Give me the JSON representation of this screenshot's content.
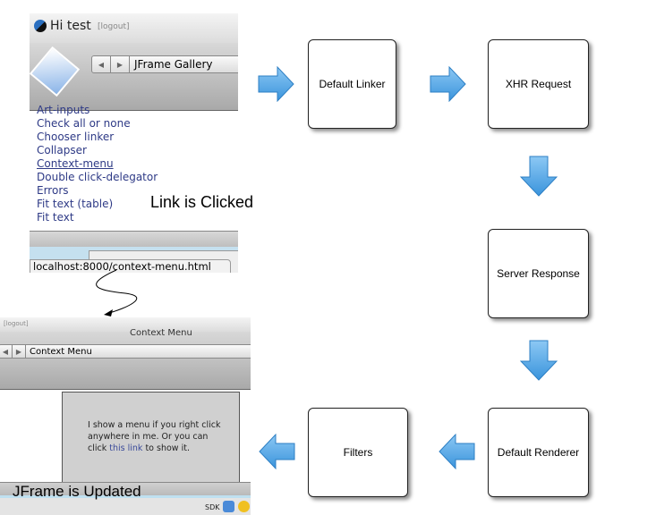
{
  "before_screenshot": {
    "greeting": "Hi test",
    "logout": "[logout]",
    "window_title": "JFrame Gallery",
    "links": [
      "Art-inputs",
      "Check all or none",
      "Chooser linker",
      "Collapser",
      "Context-menu",
      "Double click-delegator",
      "Errors",
      "Fit text",
      "Fit text"
    ],
    "link_suffix": "(table)",
    "status_url": "localhost:8000/context-menu.html"
  },
  "caption_clicked": "Link is Clicked",
  "after_screenshot": {
    "logout": "[logout]",
    "title_partial": "Context Menu",
    "window_title": "Context Menu",
    "content_text": "I show a menu if you right click anywhere in me. Or you can click",
    "content_link": "this link",
    "content_suffix": "to show it.",
    "dock_label": "SDK"
  },
  "caption_updated": "JFrame is Updated",
  "steps": [
    "Default Linker",
    "XHR Request",
    "Server Response",
    "Default Renderer",
    "Filters"
  ],
  "colors": {
    "arrow": "#4fa6e6",
    "link": "#2e3a86"
  }
}
